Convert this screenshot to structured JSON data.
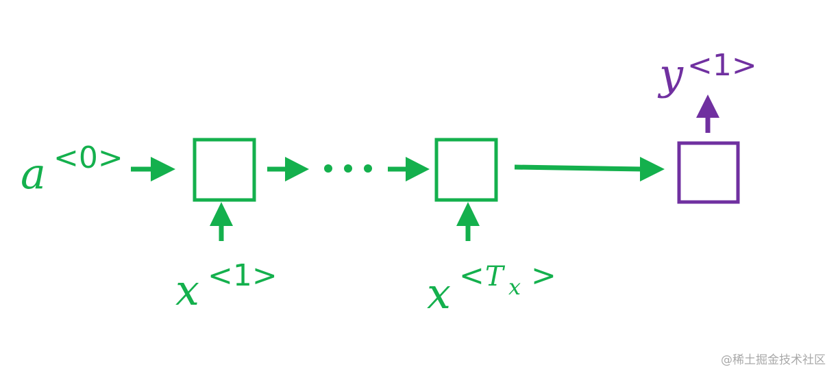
{
  "colors": {
    "rnn": "#14b04d",
    "output": "#7030a0",
    "watermark": "#a9a9a9",
    "background": "#ffffff"
  },
  "labels": {
    "a0_base": "a",
    "a0_sup": "<0>",
    "x1_base": "x",
    "x1_sup": "<1>",
    "xT_base": "x",
    "xT_sup_open": "<",
    "xT_sup_T": "T",
    "xT_sup_sub": "x",
    "xT_sup_close": ">",
    "y1_base": "y",
    "y1_sup": "<1>",
    "ellipsis": "···"
  },
  "watermark": "@稀土掘金技术社区"
}
